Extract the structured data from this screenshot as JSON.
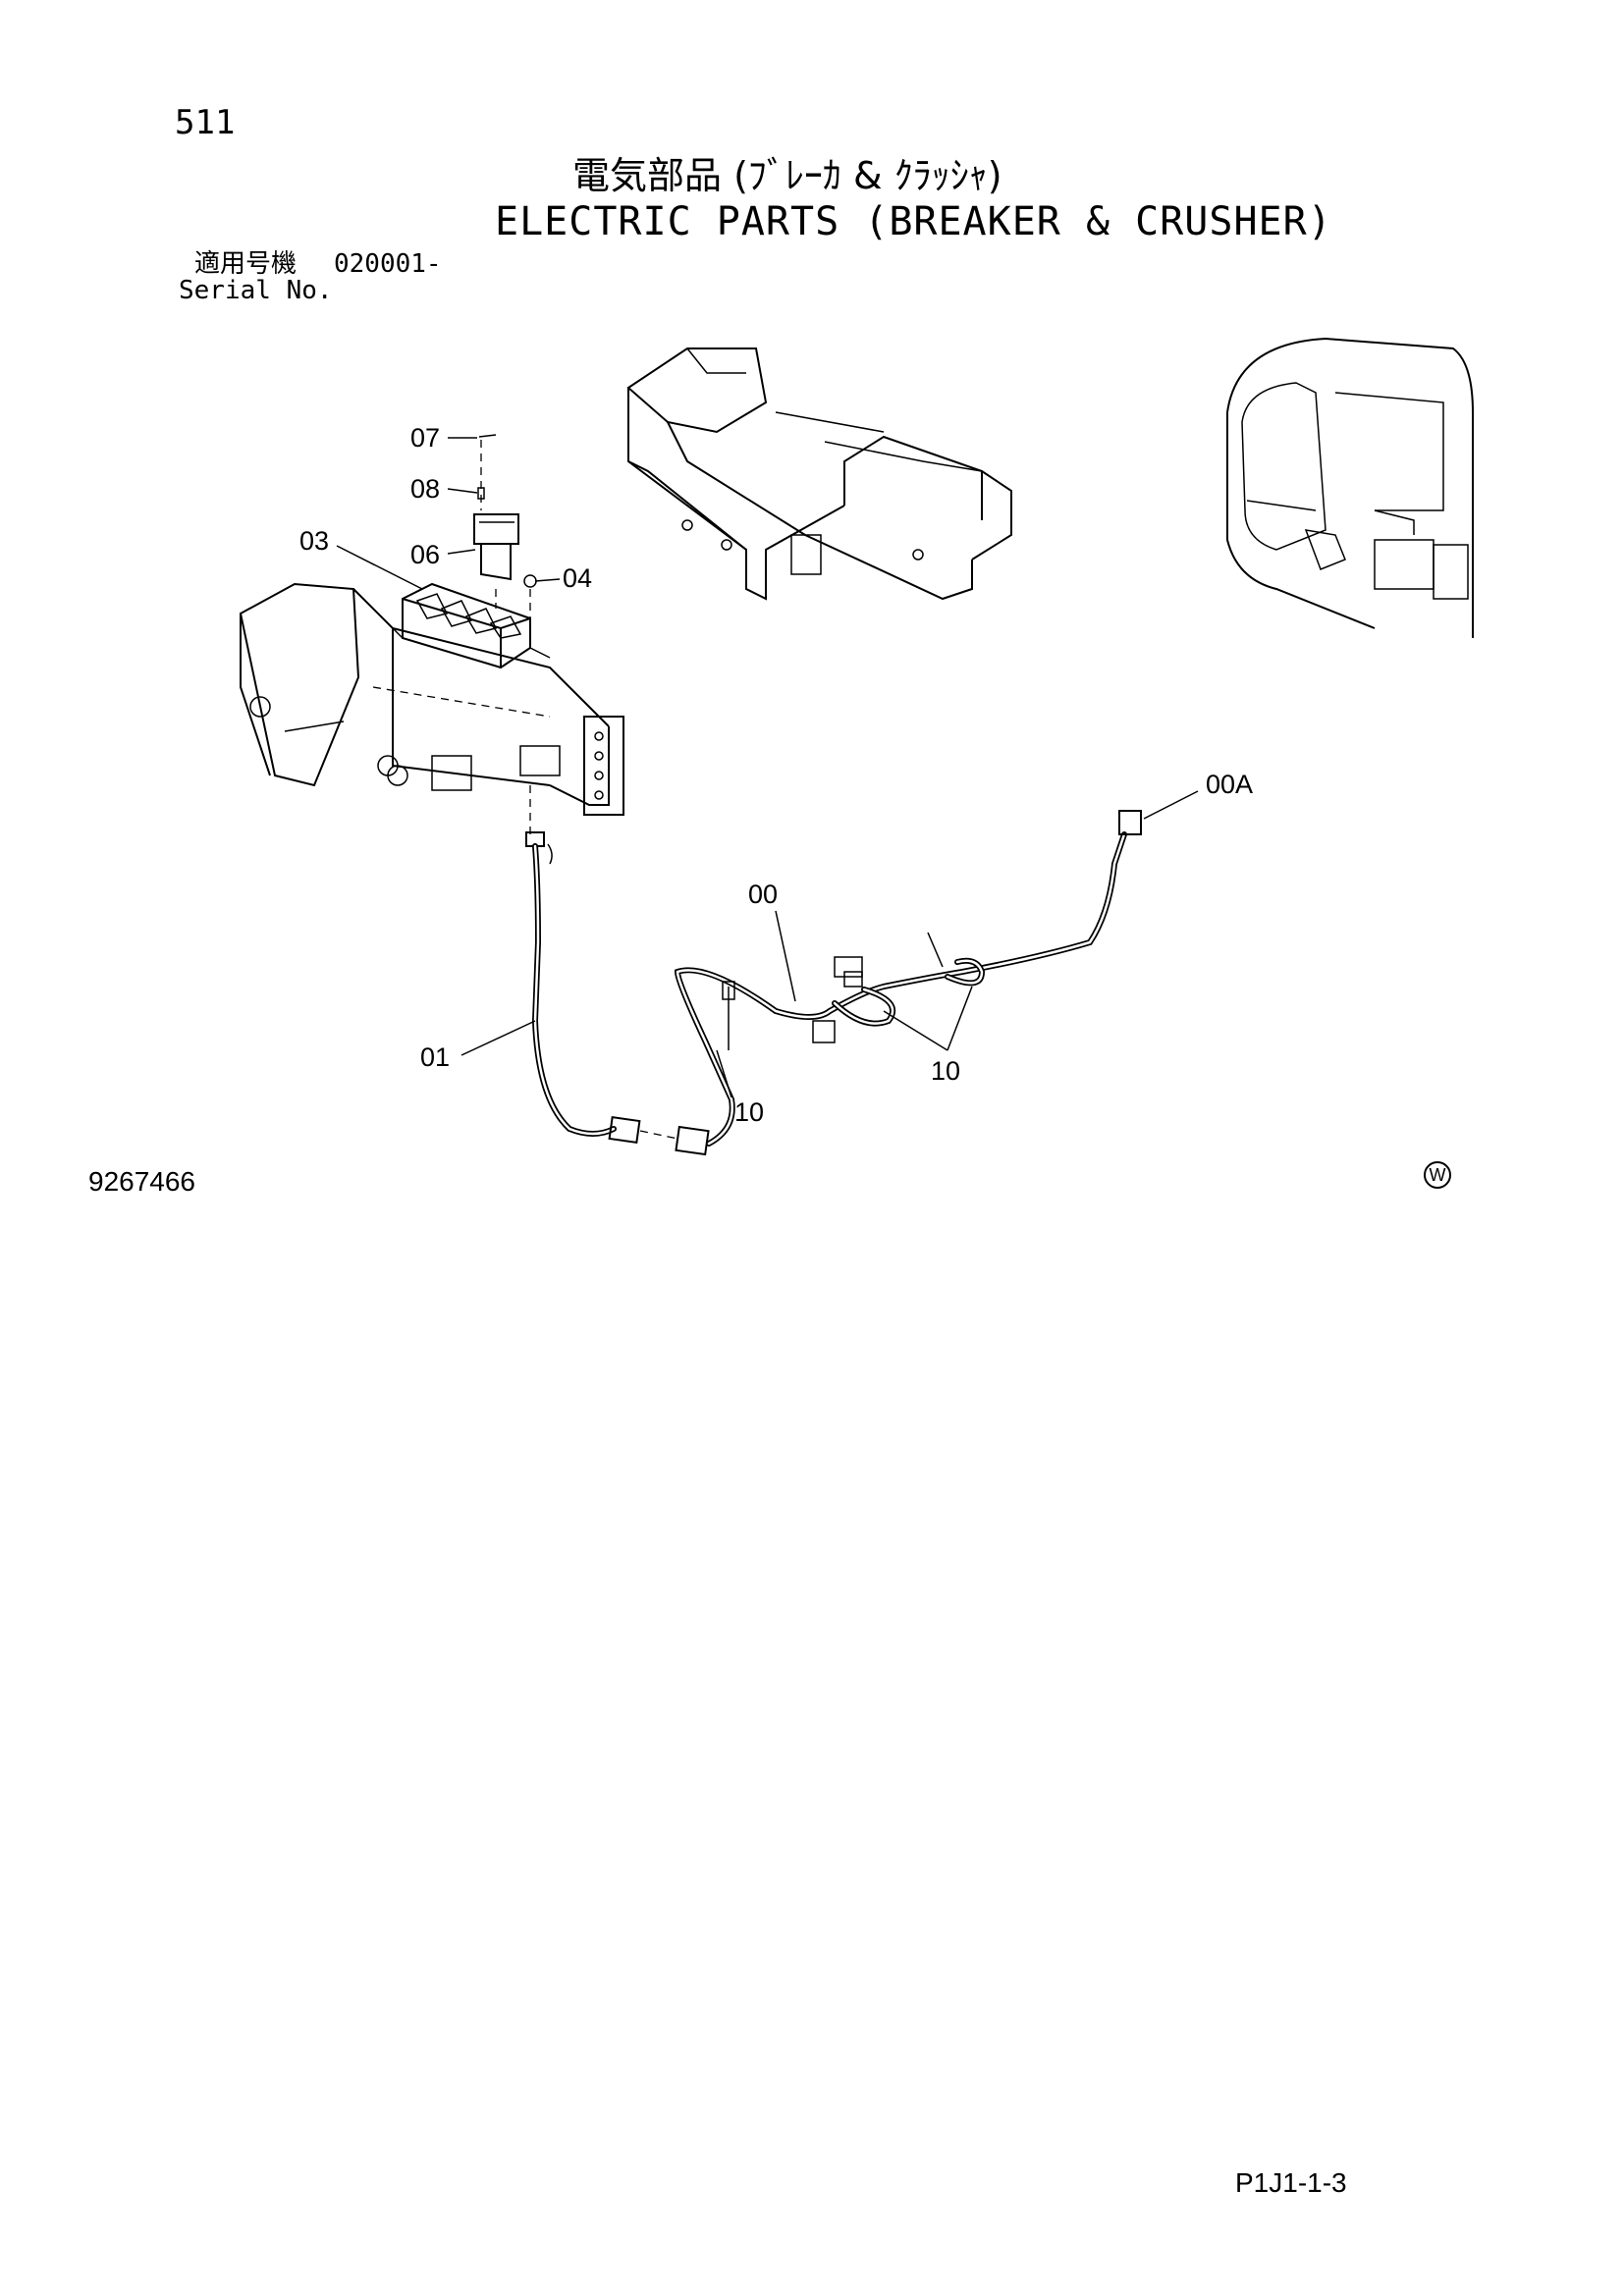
{
  "header": {
    "page_number": "511",
    "title_jp": "電気部品 (ﾌﾞﾚｰｶ & ｸﾗｯｼｬ)",
    "title_en": "ELECTRIC PARTS (BREAKER & CRUSHER)",
    "serial_label_jp": "適用号機",
    "serial_range": "020001-",
    "serial_label_en": "Serial No."
  },
  "diagram": {
    "callouts": {
      "c07": "07",
      "c08": "08",
      "c03": "03",
      "c06": "06",
      "c04": "04",
      "c00A": "00A",
      "c00": "00",
      "c01": "01",
      "c10a": "10",
      "c10b": "10"
    }
  },
  "footer": {
    "doc_number": "9267466",
    "mark": "W",
    "code": "P1J1-1-3"
  }
}
